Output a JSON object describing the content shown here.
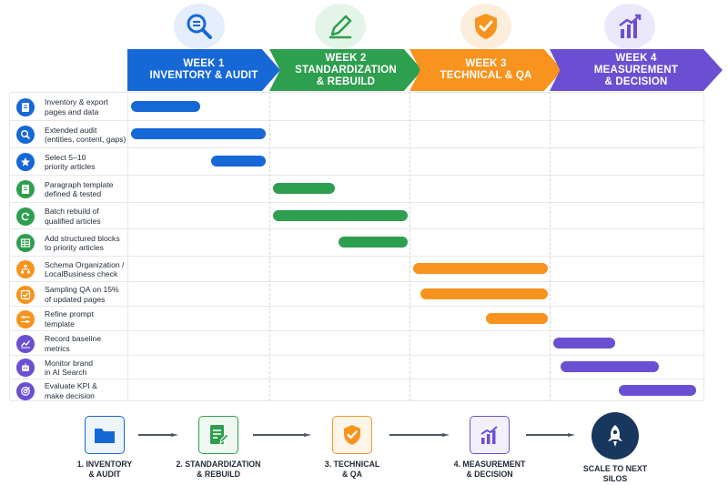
{
  "weeks": [
    {
      "line1": "WEEK 1",
      "line2": "INVENTORY & AUDIT",
      "line3": "",
      "color": "#1668d6",
      "icon": "magnifier-icon"
    },
    {
      "line1": "WEEK 2",
      "line2": "STANDARDIZATION",
      "line3": "& REBUILD",
      "color": "#2e9e4f",
      "icon": "pencil-icon"
    },
    {
      "line1": "WEEK 3",
      "line2": "TECHNICAL & QA",
      "line3": "",
      "color": "#f7931e",
      "icon": "shield-check-icon"
    },
    {
      "line1": "WEEK 4",
      "line2": "MEASUREMENT",
      "line3": "& DECISION",
      "color": "#6b4fd3",
      "icon": "bar-chart-icon"
    }
  ],
  "tasks": [
    {
      "line1": "Inventory & export",
      "line2": "pages and data",
      "icon": "document-icon",
      "color": "#1668d6"
    },
    {
      "line1": "Extended audit",
      "line2": "(entities, content, gaps)",
      "icon": "search-icon",
      "color": "#1668d6"
    },
    {
      "line1": "Select 5–10",
      "line2": "priority articles",
      "icon": "star-icon",
      "color": "#1668d6"
    },
    {
      "line1": "Paragraph template",
      "line2": "defined & tested",
      "icon": "document-icon",
      "color": "#2e9e4f"
    },
    {
      "line1": "Batch rebuild of",
      "line2": "qualified articles",
      "icon": "refresh-icon",
      "color": "#2e9e4f"
    },
    {
      "line1": "Add structured blocks",
      "line2": "to priority articles",
      "icon": "table-icon",
      "color": "#2e9e4f"
    },
    {
      "line1": "Schema Organization /",
      "line2": "LocalBusiness check",
      "icon": "hierarchy-icon",
      "color": "#f7931e"
    },
    {
      "line1": "Sampling QA on 15%",
      "line2": "of updated pages",
      "icon": "checkbox-icon",
      "color": "#f7931e"
    },
    {
      "line1": "Refine prompt",
      "line2": "template",
      "icon": "sliders-icon",
      "color": "#f7931e"
    },
    {
      "line1": "Record baseline",
      "line2": "metrics",
      "icon": "line-chart-icon",
      "color": "#6b4fd3"
    },
    {
      "line1": "Monitor brand",
      "line2": "in AI Search",
      "icon": "robot-icon",
      "color": "#6b4fd3"
    },
    {
      "line1": "Evaluate KPI &",
      "line2": "make decision",
      "icon": "target-icon",
      "color": "#6b4fd3"
    }
  ],
  "schedule": [
    {
      "start": 0.0,
      "end": 0.5,
      "color": "#1668d6"
    },
    {
      "start": 0.0,
      "end": 0.95,
      "color": "#1668d6"
    },
    {
      "start": 0.55,
      "end": 0.95,
      "color": "#1668d6"
    },
    {
      "start": 1.0,
      "end": 1.45,
      "color": "#2e9e4f"
    },
    {
      "start": 1.0,
      "end": 1.95,
      "color": "#2e9e4f"
    },
    {
      "start": 1.45,
      "end": 1.95,
      "color": "#2e9e4f"
    },
    {
      "start": 2.0,
      "end": 2.95,
      "color": "#f7931e"
    },
    {
      "start": 2.05,
      "end": 2.95,
      "color": "#f7931e"
    },
    {
      "start": 2.5,
      "end": 2.95,
      "color": "#f7931e"
    },
    {
      "start": 3.0,
      "end": 3.45,
      "color": "#6b4fd3"
    },
    {
      "start": 3.05,
      "end": 3.75,
      "color": "#6b4fd3"
    },
    {
      "start": 3.45,
      "end": 4.1,
      "color": "#6b4fd3"
    }
  ],
  "flow": [
    {
      "line1": "1. INVENTORY",
      "line2": "& AUDIT",
      "icon": "folder-icon",
      "color": "#1668d6"
    },
    {
      "line1": "2. STANDARDIZATION",
      "line2": "& REBUILD",
      "icon": "document-edit-icon",
      "color": "#2e9e4f"
    },
    {
      "line1": "3. TECHNICAL",
      "line2": "& QA",
      "icon": "shield-check-icon",
      "color": "#f7931e"
    },
    {
      "line1": "4. MEASUREMENT",
      "line2": "& DECISION",
      "icon": "bar-chart-icon",
      "color": "#6b4fd3"
    },
    {
      "line1": "SCALE TO NEXT",
      "line2": "SILOS",
      "icon": "rocket-icon",
      "color": "#17375e"
    }
  ]
}
